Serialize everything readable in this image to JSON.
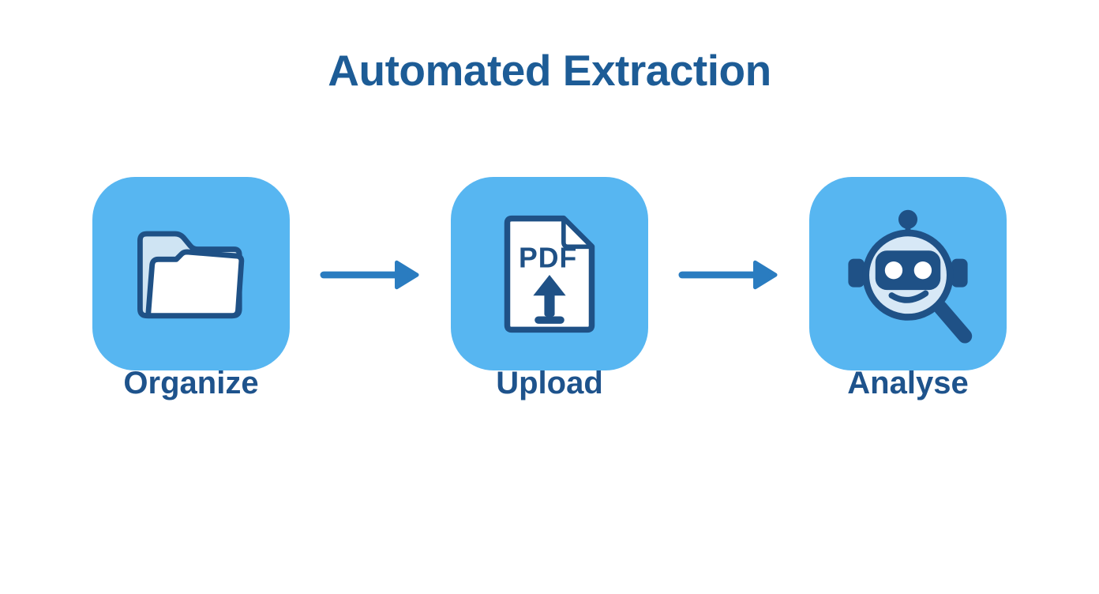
{
  "title": "Automated Extraction",
  "steps": [
    {
      "label": "Organize",
      "icon": "folder-icon"
    },
    {
      "label": "Upload",
      "icon": "pdf-upload-icon",
      "doc_label": "PDF"
    },
    {
      "label": "Analyse",
      "icon": "robot-magnifier-icon"
    }
  ],
  "connectors": [
    {
      "type": "arrow-right"
    },
    {
      "type": "arrow-right"
    }
  ],
  "colors": {
    "background": "#ffffff",
    "tile": "#57b6f1",
    "navy": "#1f5186",
    "title_text": "#1d5c96",
    "label_text": "#1e538c",
    "arrow": "#2a7cc0",
    "icon_light_fill": "#d7e8f6",
    "folder_back_fill": "#cfe4f3",
    "white": "#ffffff"
  }
}
